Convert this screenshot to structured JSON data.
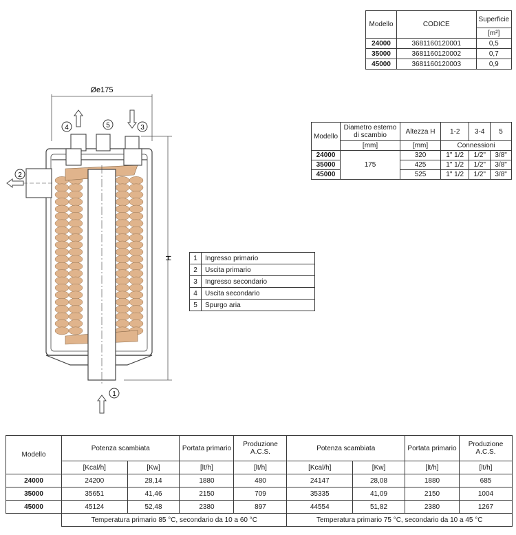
{
  "code_table": {
    "headers": {
      "model": "Modello",
      "code": "CODICE",
      "surface": "Superficie",
      "surface_unit": "[m²]"
    },
    "rows": [
      {
        "model": "24000",
        "code": "3681160120001",
        "surface": "0,5"
      },
      {
        "model": "35000",
        "code": "3681160120002",
        "surface": "0,7"
      },
      {
        "model": "45000",
        "code": "3681160120003",
        "surface": "0,9"
      }
    ]
  },
  "dim_table": {
    "headers": {
      "model": "Modello",
      "diameter": "Diametro esterno di scambio",
      "height": "Altezza H",
      "c12": "1-2",
      "c34": "3-4",
      "c5": "5"
    },
    "units": {
      "diameter": "[mm]",
      "height": "[mm]",
      "connections": "Connessioni"
    },
    "diameter_value": "175",
    "rows": [
      {
        "model": "24000",
        "height": "320",
        "c12": "1\" 1/2",
        "c34": "1/2\"",
        "c5": "3/8\""
      },
      {
        "model": "35000",
        "height": "425",
        "c12": "1\" 1/2",
        "c34": "1/2\"",
        "c5": "3/8\""
      },
      {
        "model": "45000",
        "height": "525",
        "c12": "1\" 1/2",
        "c34": "1/2\"",
        "c5": "3/8\""
      }
    ]
  },
  "legend": [
    {
      "num": "1",
      "label": "Ingresso primario"
    },
    {
      "num": "2",
      "label": "Uscita primario"
    },
    {
      "num": "3",
      "label": "Ingresso secondario"
    },
    {
      "num": "4",
      "label": "Uscita secondario"
    },
    {
      "num": "5",
      "label": "Spurgo aria"
    }
  ],
  "diagram": {
    "diameter_label": "Øe175",
    "height_label": "H",
    "markers": [
      "1",
      "2",
      "3",
      "4",
      "5"
    ],
    "coil_color": "#e0b48c"
  },
  "perf_table": {
    "headers": {
      "model": "Modello",
      "power": "Potenza scambiata",
      "flow": "Portata primario",
      "production": "Produzione A.C.S."
    },
    "units": {
      "kcal": "[Kcal/h]",
      "kw": "[Kw]",
      "lth": "[lt/h]"
    },
    "rows": [
      {
        "model": "24000",
        "kcal1": "24200",
        "kw1": "28,14",
        "flow1": "1880",
        "prod1": "480",
        "kcal2": "24147",
        "kw2": "28,08",
        "flow2": "1880",
        "prod2": "685"
      },
      {
        "model": "35000",
        "kcal1": "35651",
        "kw1": "41,46",
        "flow1": "2150",
        "prod1": "709",
        "kcal2": "35335",
        "kw2": "41,09",
        "flow2": "2150",
        "prod2": "1004"
      },
      {
        "model": "45000",
        "kcal1": "45124",
        "kw1": "52,48",
        "flow1": "2380",
        "prod1": "897",
        "kcal2": "44554",
        "kw2": "51,82",
        "flow2": "2380",
        "prod2": "1267"
      }
    ],
    "footnote_left": "Temperatura primario 85 °C, secondario da 10 a 60 °C",
    "footnote_right": "Temperatura primario 75 °C, secondario da 10 a 45 °C"
  }
}
